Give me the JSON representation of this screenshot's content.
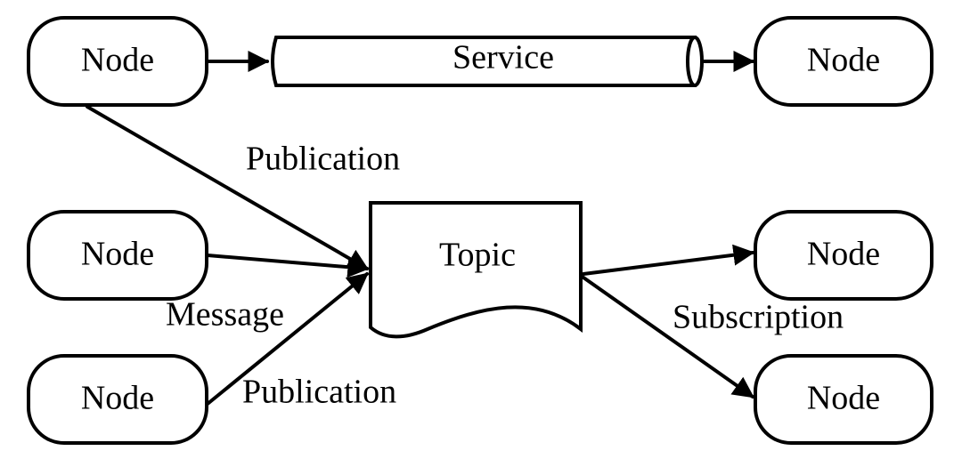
{
  "nodes": {
    "publisher_top": "Node",
    "publisher_mid": "Node",
    "publisher_bottom": "Node",
    "service_server": "Node",
    "subscriber_top": "Node",
    "subscriber_bottom": "Node"
  },
  "service": {
    "label": "Service"
  },
  "topic": {
    "label": "Topic"
  },
  "edges": {
    "publication_top": "Publication",
    "publication_bottom": "Publication",
    "message": "Message",
    "subscription": "Subscription"
  }
}
